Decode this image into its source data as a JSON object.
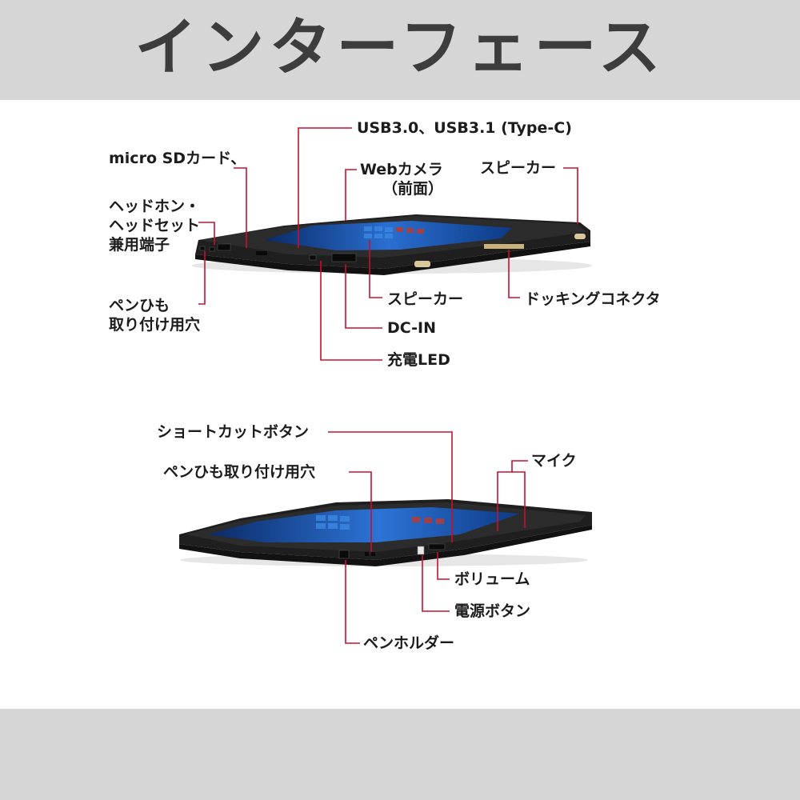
{
  "header": {
    "title": "インターフェース"
  },
  "diagram1": {
    "labels": {
      "usb": "USB3.0、USB3.1 (Type-C)",
      "microsd": "micro SDカード、",
      "webcam_line1": "Webカメラ",
      "webcam_line2": "（前面）",
      "speaker_right": "スピーカー",
      "headphone_line1": "ヘッドホン・",
      "headphone_line2": "ヘッドセット",
      "headphone_line3": "兼用端子",
      "pen_strap_line1": "ペンひも",
      "pen_strap_line2": "取り付け用穴",
      "speaker_front": "スピーカー",
      "docking": "ドッキングコネクタ",
      "dcin": "DC-IN",
      "charge_led": "充電LED"
    }
  },
  "diagram2": {
    "labels": {
      "shortcut": "ショートカットボタン",
      "pen_strap": "ペンひも取り付け用穴",
      "mic": "マイク",
      "volume": "ボリューム",
      "power": "電源ボタン",
      "pen_holder": "ペンホルダー"
    }
  },
  "colors": {
    "leader": "#c8102e",
    "band": "#d6d6d6",
    "tablet_body": "#2a2a2a",
    "screen": "#1e57a8"
  }
}
